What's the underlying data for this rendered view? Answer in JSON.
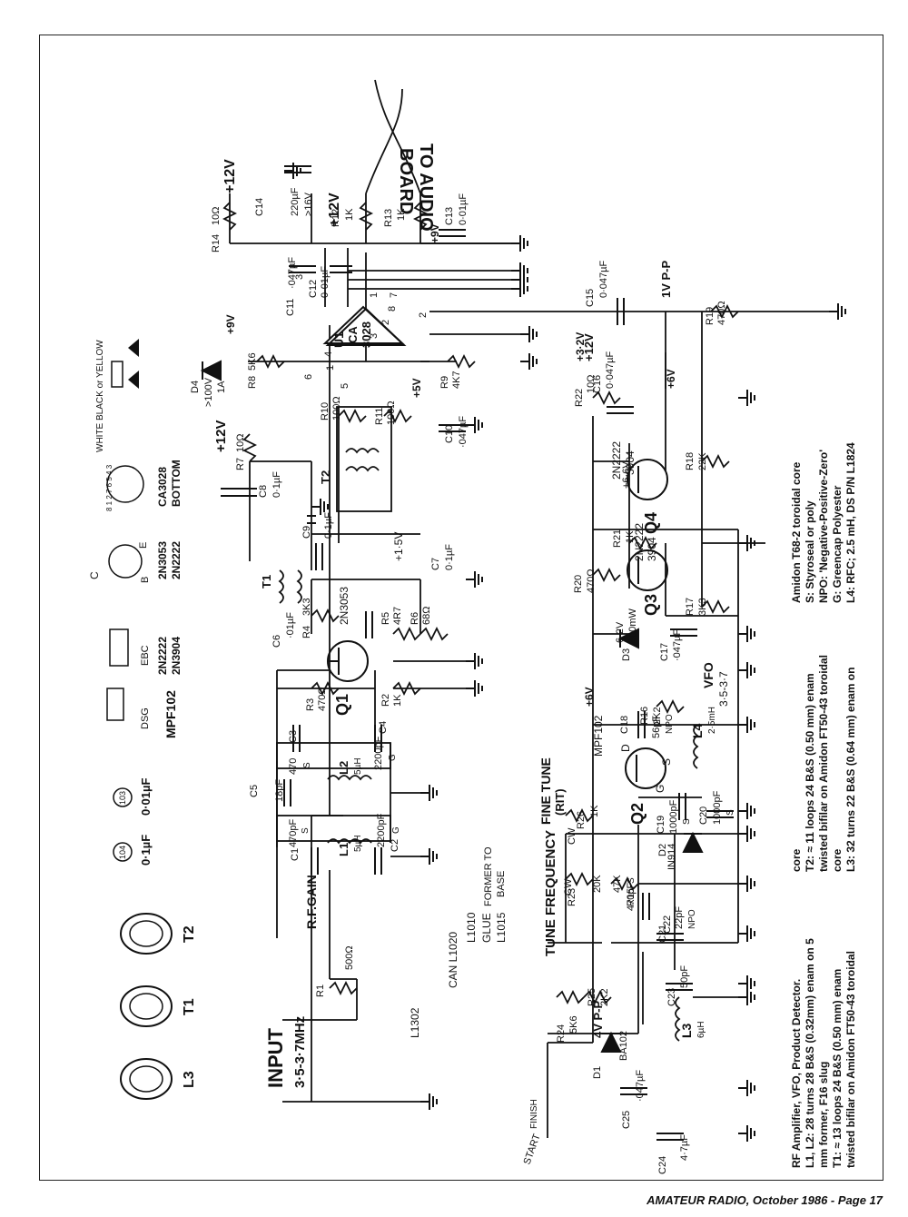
{
  "footer": {
    "magazine": "AMATEUR RADIO",
    "rest": ", October 1986 - Page 17"
  },
  "diagram": {
    "to_audio_1": "TO AUDIO",
    "to_audio_2": "BOARD",
    "input_1": "INPUT",
    "input_2": "3·5-3·7MHz",
    "rf_gain": "R.F.GAIN",
    "tune_freq": "TUNE FREQUENCY",
    "fine_tune": "FINE TUNE",
    "rit": "(RIT)",
    "cw": "CW",
    "cw2": "CW",
    "start": "START",
    "finish": "FINISH",
    "can": "CAN L1020",
    "l1302": "L1302",
    "l1010": "L1010",
    "glue": "GLUE",
    "former": "FORMER TO",
    "base": "BASE",
    "l1015": "L1015",
    "vfo": "VFO",
    "vfo_freq": "3·5-3·7",
    "v_4vpp": "4V P-P",
    "v_1vpp": "1V P-P",
    "v_32": "+3·2V",
    "v_5": "+5V",
    "v_6": "+6V",
    "v_6b": "+6V",
    "v_66": "+6·6V",
    "v_15": "+1·5V",
    "v_9a": "+9V",
    "v_9b": "+9V",
    "v_12a": "+12V",
    "v_12b": "+12V",
    "v_12c": "+12V",
    "v_12d": "+12V",
    "u1_1": "U1",
    "u1_2": "CA",
    "u1_3": "3028",
    "q1": "Q1",
    "q1_type": "2N3053",
    "q2": "Q2",
    "q2_type": "MPF102",
    "q3": "Q3",
    "q3_type_1": "2N2222",
    "q3_type_2": "3904",
    "q4": "Q4",
    "q4_type_1": "2N2222",
    "q4_type_2": "3904",
    "d1": "D1",
    "d1_type": "BA102",
    "d2": "D2",
    "d2_type": "IN914",
    "d3": "D3",
    "d3_type_1": "6·2V",
    "d3_type_2": "400mW",
    "d4": "D4",
    "d4_type_1": ">100V",
    "d4_type_2": "1A",
    "r1": "R1",
    "r1_val": "500Ω",
    "r2": "R2",
    "r2_val": "1K",
    "r3": "R3",
    "r3_val": "470Ω",
    "r4": "R4",
    "r4_val": "3K3",
    "r5": "R5",
    "r5_val": "4R7",
    "r6": "R6",
    "r6_val": "68Ω",
    "r7": "R7",
    "r7_val": "10Ω",
    "r8": "R8",
    "r8_val": "5K6",
    "r9": "R9",
    "r9_val": "4K7",
    "r10": "R10",
    "r10_val": "100Ω",
    "r11": "R11",
    "r11_val": "100Ω",
    "r12": "R12",
    "r12_val": "1K",
    "r13": "R13",
    "r13_val": "1K",
    "r14": "R14",
    "r14_val": "10Ω",
    "r15": "R15",
    "r15_val": "47K",
    "r16": "R16",
    "r16_val": "2K2",
    "r17": "R17",
    "r17_val": "3K3",
    "r18": "R18",
    "r18_val": "22K",
    "r19": "R19",
    "r19_val": "470Ω",
    "r20": "R20",
    "r20_val": "470Ω",
    "r21": "R21",
    "r21_val": "1K",
    "r22": "R22",
    "r22_val": "10Ω",
    "r23": "R23",
    "r23_val": "20K",
    "r24": "R24",
    "r24_val": "5K6",
    "r25": "R25",
    "r25_val": "2K2",
    "r26": "R26",
    "r26_val": "1K",
    "c1": "C1",
    "c1_val": "470pF",
    "c1_s": "S",
    "c2": "C2",
    "c2_val": "2200pF",
    "c2_g": "G",
    "c3": "C3",
    "c3_val": "470",
    "c3_s": "S",
    "c4": "C4",
    "c4_val": "2200pF",
    "c4_g": "G",
    "c5": "C5",
    "c5_val": "18pF",
    "c6": "C6",
    "c6_val": "·01µF",
    "c7": "C7",
    "c7_val": "0·1µF",
    "c8": "C8",
    "c8_val": "0·1µF",
    "c9": "C9",
    "c9_val": "0·1µF",
    "c10": "C10",
    "c10_val": "·047µF",
    "c11": "C11",
    "c11_val": "·047µF",
    "c12": "C12",
    "c12_val": "0·01µF",
    "c13": "C13",
    "c13_val": "0·01µF",
    "c14": "C14",
    "c14_val": "220µF",
    "c14_v": ">16V",
    "c15": "C15",
    "c15_val": "0·047µF",
    "c16": "C16",
    "c16_val": "0·047µF",
    "c17": "C17",
    "c17_val": "·047µF",
    "c18": "C18",
    "c18_val": "56pF",
    "c18_npo": "NPO",
    "c19": "C19",
    "c19_val": "1000pF",
    "c19_s": "S",
    "c20": "C20",
    "c20_val": "1000pF",
    "c20_s": "S",
    "c21": "C21",
    "c21_val": "470pF",
    "c21_s": "S",
    "c22": "C22",
    "c22_val": "22pF",
    "c22_npo": "NPO",
    "c23": "C23",
    "c23_val": "50pF",
    "c24": "C24",
    "c24_val": "4·7µF",
    "c25": "C25",
    "c25_val": "·047µF",
    "l1": "L1",
    "l1_val": "5µH",
    "l2": "L2",
    "l2_val": "5µH",
    "l3": "L3",
    "l3_val": "6µH",
    "l4": "L4",
    "l4_val": "2·5mH",
    "t1": "T1",
    "t2": "T2",
    "pin_1": "1",
    "pin_2": "2",
    "pin_3": "3",
    "pin_4": "4",
    "pin_5": "5",
    "pin_6": "6",
    "pin_7": "7",
    "pin_8": "8",
    "lbl_l3": "L3",
    "lbl_t1": "T1",
    "lbl_t2": "T2",
    "cap104_code": "104",
    "cap104_val": "0·1µF",
    "cap103_code": "103",
    "cap103_val": "0·01µF",
    "dsg": "DSG",
    "mpf102": "MPF102",
    "ebc": "EBC",
    "pk_2n2222": "2N2222",
    "pk_2n3904": "2N3904",
    "pk_c": "C",
    "pk_b": "B",
    "pk_e": "E",
    "pk_2n3053": "2N3053",
    "pk_2n2222b": "2N2222",
    "ic_pins": "8  1  2  7  6  5  4  3",
    "ca3028": "CA3028",
    "bottom": "BOTTOM",
    "white": "WHITE BLACK or YELLOW",
    "d_ann_1": "1",
    "d_ann_2": "2",
    "d_ann_3": "3",
    "d_ann_d": "D",
    "d_ann_s": "S",
    "d_ann_g": "G"
  },
  "notes_left": [
    "RF Amplifier, VFO, Product Detector.",
    "L1, L2: 28 turns 28 B&S (0.32mm) enam on 5",
    "mm former, F16 slug",
    "T1: ≈ 13 loops 24 B&S (0.50 mm) enam",
    "twisted bifilar on Amidon FT50-43 toroidal"
  ],
  "notes_mid": [
    "core",
    "T2: ≈ 11 loops 24 B&S (0.50 mm) enam",
    "twisted bifilar on Amidon FT50-43 toroidal",
    "core",
    "L3: 32 turns 22 B&S (0.64 mm) enam on"
  ],
  "notes_right": [
    "Amidon T68-2 toroidal core",
    "S: Styroseal or poly",
    "NPO: 'Negative-Positive-Zero'",
    "G: Greencap Polyester",
    "L4: RFC; 2.5 mH, DS P/N L1824"
  ]
}
